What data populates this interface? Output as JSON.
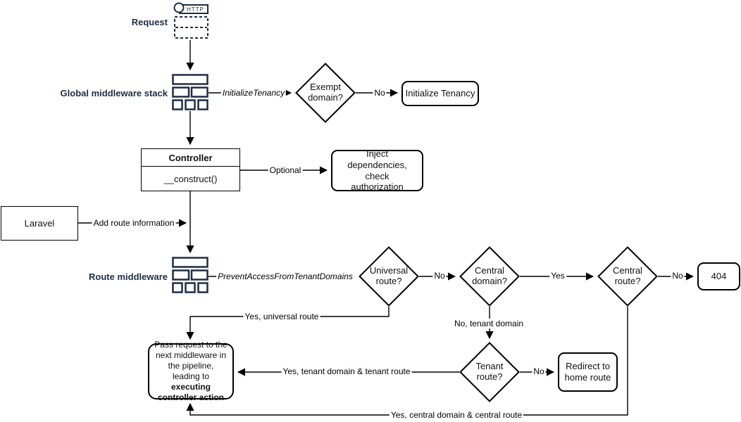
{
  "colors": {
    "accent_navy": "#1F2D45",
    "line": "#000000",
    "fill": "#ffffff"
  },
  "labels": {
    "request": "Request",
    "global_middleware": "Global middleware stack",
    "route_middleware": "Route middleware",
    "http_icon": "HTTP"
  },
  "nodes": {
    "exempt_domain": "Exempt domain?",
    "initialize_tenancy": "Initialize Tenancy",
    "controller_title": "Controller",
    "controller_method": "__construct()",
    "inject_dependencies": "Inject dependencies, check authorization",
    "laravel": "Laravel",
    "universal_route": "Universal route?",
    "central_domain": "Central domain?",
    "central_route": "Central route?",
    "not_found": "404",
    "tenant_route": "Tenant route?",
    "redirect_home": "Redirect to home route",
    "pass_pre": "Pass request to the next middleware in the pipeline, leading to ",
    "pass_bold": "executing controller action"
  },
  "edge_labels": {
    "initialize_tenancy_middleware": "InitializeTenancy",
    "no_exempt": "No",
    "optional": "Optional",
    "add_route_information": "Add route information",
    "prevent_access": "PreventAccessFromTenantDomains",
    "no_universal": "No",
    "yes_central_domain": "Yes",
    "no_central_route": "No",
    "yes_universal_route": "Yes, universal route",
    "no_tenant_domain": "No, tenant domain",
    "no_tenant_route": "No",
    "yes_tenant_domain_route": "Yes, tenant domain & tenant route",
    "yes_central_domain_route": "Yes, central domain & central route"
  }
}
